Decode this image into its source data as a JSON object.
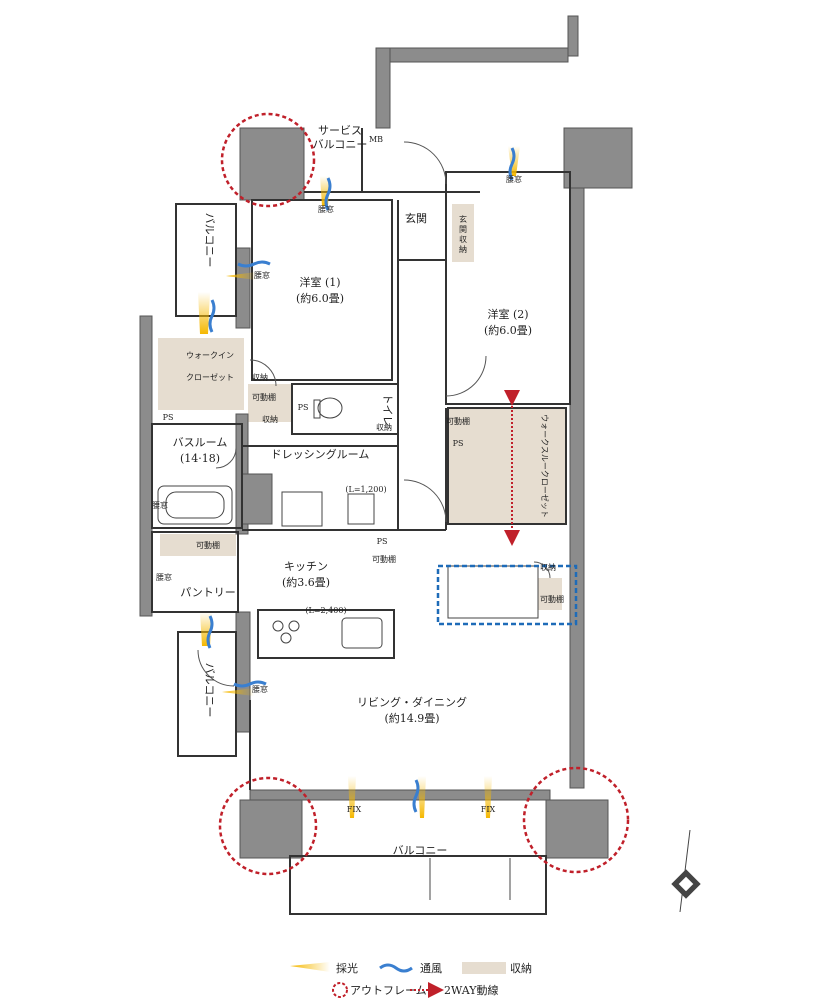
{
  "rooms": {
    "service_balcony_1": "サービス",
    "service_balcony_2": "バルコニー",
    "mb": "MB",
    "entrance": "玄関",
    "entrance_storage_1": "玄",
    "entrance_storage_2": "関",
    "entrance_storage_3": "収",
    "entrance_storage_4": "納",
    "western_room_1": "洋室 (1)",
    "western_room_1_size": "(約6.0畳)",
    "western_room_2": "洋室 (2)",
    "western_room_2_size": "(約6.0畳)",
    "balcony_top_left": "バルコニー",
    "walk_in_closet_1": "ウォークイン",
    "walk_in_closet_2": "クローゼット",
    "storage": "収納",
    "movable_shelf": "可動棚",
    "ps": "PS",
    "toilet": "トイレ",
    "bathroom": "バスルーム",
    "bathroom_size": "(14·18)",
    "dressing_room": "ドレッシングルーム",
    "counter_length_1": "(L=1,200)",
    "kitchen": "キッチン",
    "kitchen_size": "(約3.6畳)",
    "counter_length_2": "(L=2,400)",
    "pantry": "パントリー",
    "balcony_bottom_left": "バルコニー",
    "walk_through_closet": "ウォークスルークローゼット",
    "living_dining": "リビング・ダイニング",
    "living_dining_size": "(約14.9畳)",
    "balcony_bottom": "バルコニー",
    "fix": "FIX",
    "window": "腰窓"
  },
  "legend": {
    "daylight": "採光",
    "ventilation": "通風",
    "storage": "収納",
    "outframe": "アウトフレーム",
    "two_way": "2WAY動線"
  },
  "colors": {
    "wall": "#8c8c8c",
    "storage_fill": "#e6ddd0",
    "daylight": "#f5b800",
    "ventilation": "#3a7fd0",
    "outframe": "#c0202a",
    "two_way": "#c0202a",
    "highlight": "#1e6bb8"
  }
}
